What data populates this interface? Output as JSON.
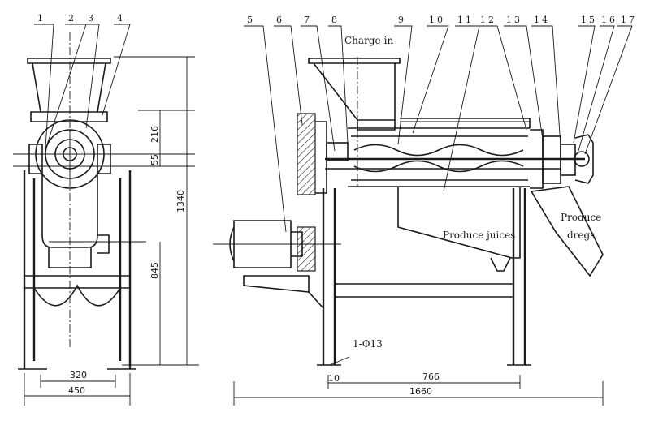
{
  "part_numbers": [
    "1",
    "2",
    "3",
    "4",
    "5",
    "6",
    "7",
    "8",
    "9",
    "10",
    "11",
    "12",
    "13",
    "14",
    "15",
    "16",
    "17"
  ],
  "annotations": {
    "charge_in": "Charge-in",
    "produce_juices": "Produce juices",
    "produce_dregs_line1": "Produce",
    "produce_dregs_line2": "dregs",
    "hole_spec": "1-Φ13",
    "foot_ref": "10"
  },
  "dimensions": {
    "front_width_inner": "320",
    "front_width_outer": "450",
    "height_top": "216",
    "height_center": "55",
    "height_total": "1340",
    "height_lower": "845",
    "side_span": "766",
    "side_length": "1660"
  }
}
